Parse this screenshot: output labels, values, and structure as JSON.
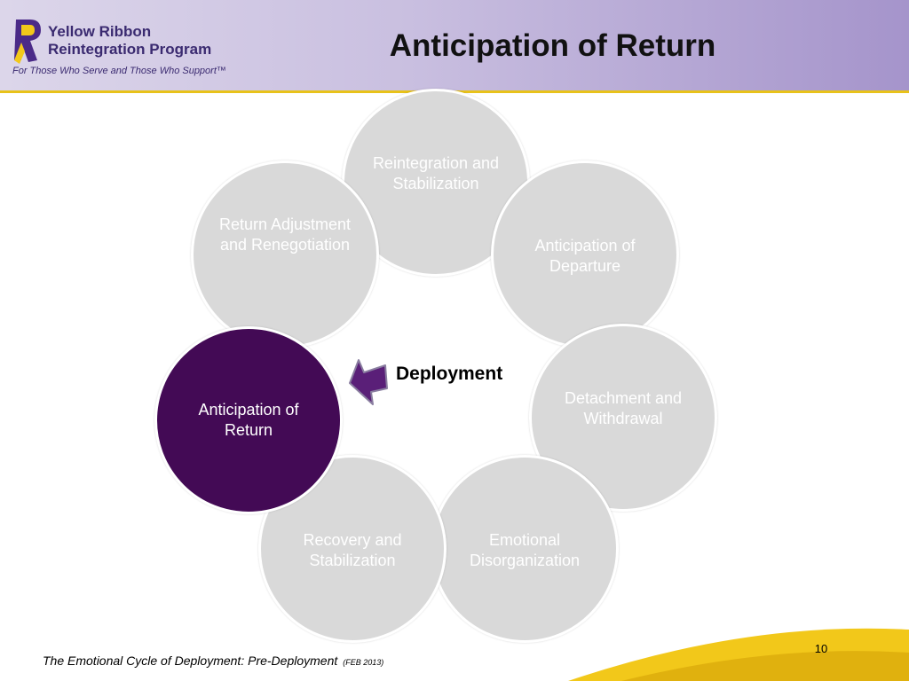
{
  "header": {
    "logo": {
      "line1": "Yellow Ribbon",
      "line2": "Reintegration Program",
      "tagline": "For Those Who Serve and Those Who Support™"
    },
    "title": "Anticipation of Return"
  },
  "cycle": {
    "stages": [
      "Reintegration and Stabilization",
      "Anticipation of Departure",
      "Detachment and Withdrawal",
      "Emotional Disorganization",
      "Recovery and Stabilization",
      "Anticipation of Return",
      "Return Adjustment and Renegotiation"
    ],
    "active_stage": "Anticipation of Return",
    "center_label": "Deployment"
  },
  "colors": {
    "active": "#430a55",
    "inactive": "#d9d9d9",
    "accent_yellow": "#e8c21a",
    "arrow": "#5a1f78"
  },
  "footer": {
    "caption": "The Emotional Cycle of Deployment:  Pre-Deployment",
    "date": "(FEB 2013)",
    "page_number": "10"
  }
}
